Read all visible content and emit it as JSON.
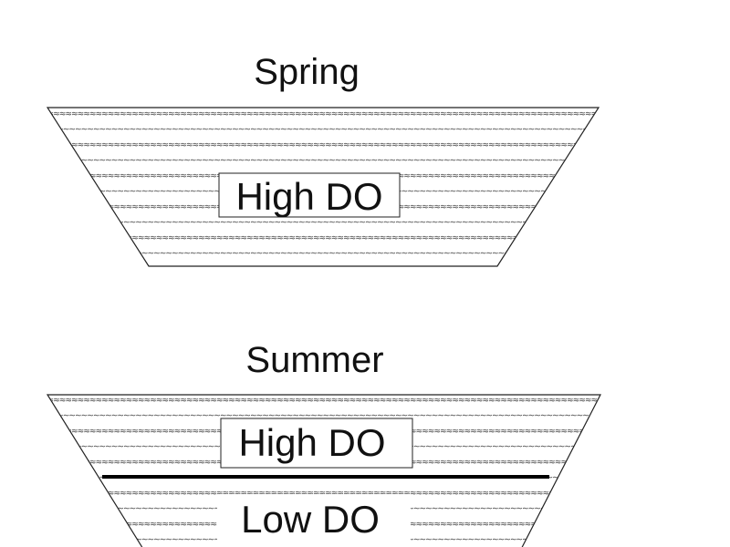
{
  "panels": {
    "spring": {
      "title": "Spring",
      "layers": [
        {
          "label": "High DO"
        }
      ]
    },
    "summer": {
      "title": "Summer",
      "layers": [
        {
          "label": "High DO"
        },
        {
          "label": "Low DO"
        }
      ]
    }
  },
  "colors": {
    "outline": "#222222",
    "thermocline": "#000000",
    "water_texture": "#555555",
    "background": "#ffffff"
  }
}
